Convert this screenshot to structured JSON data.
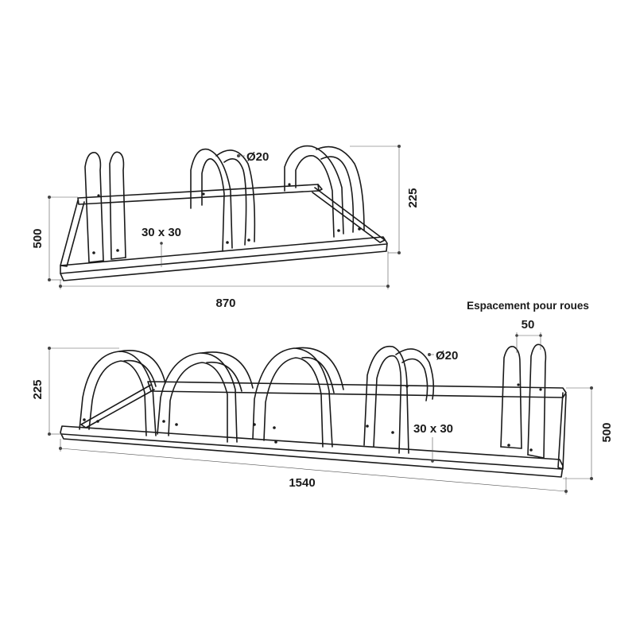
{
  "small_rack": {
    "width": "870",
    "depth": "500",
    "height": "225",
    "tube_diameter": "Ø20",
    "frame_section": "30 x 30"
  },
  "large_rack": {
    "width": "1540",
    "depth": "500",
    "height": "225",
    "tube_diameter": "Ø20",
    "frame_section": "30 x 30",
    "wheel_spacing_label": "Espacement pour roues",
    "wheel_spacing_value": "50"
  },
  "colors": {
    "line": "#1a1a1a",
    "dimension": "#555555",
    "background": "#ffffff"
  }
}
